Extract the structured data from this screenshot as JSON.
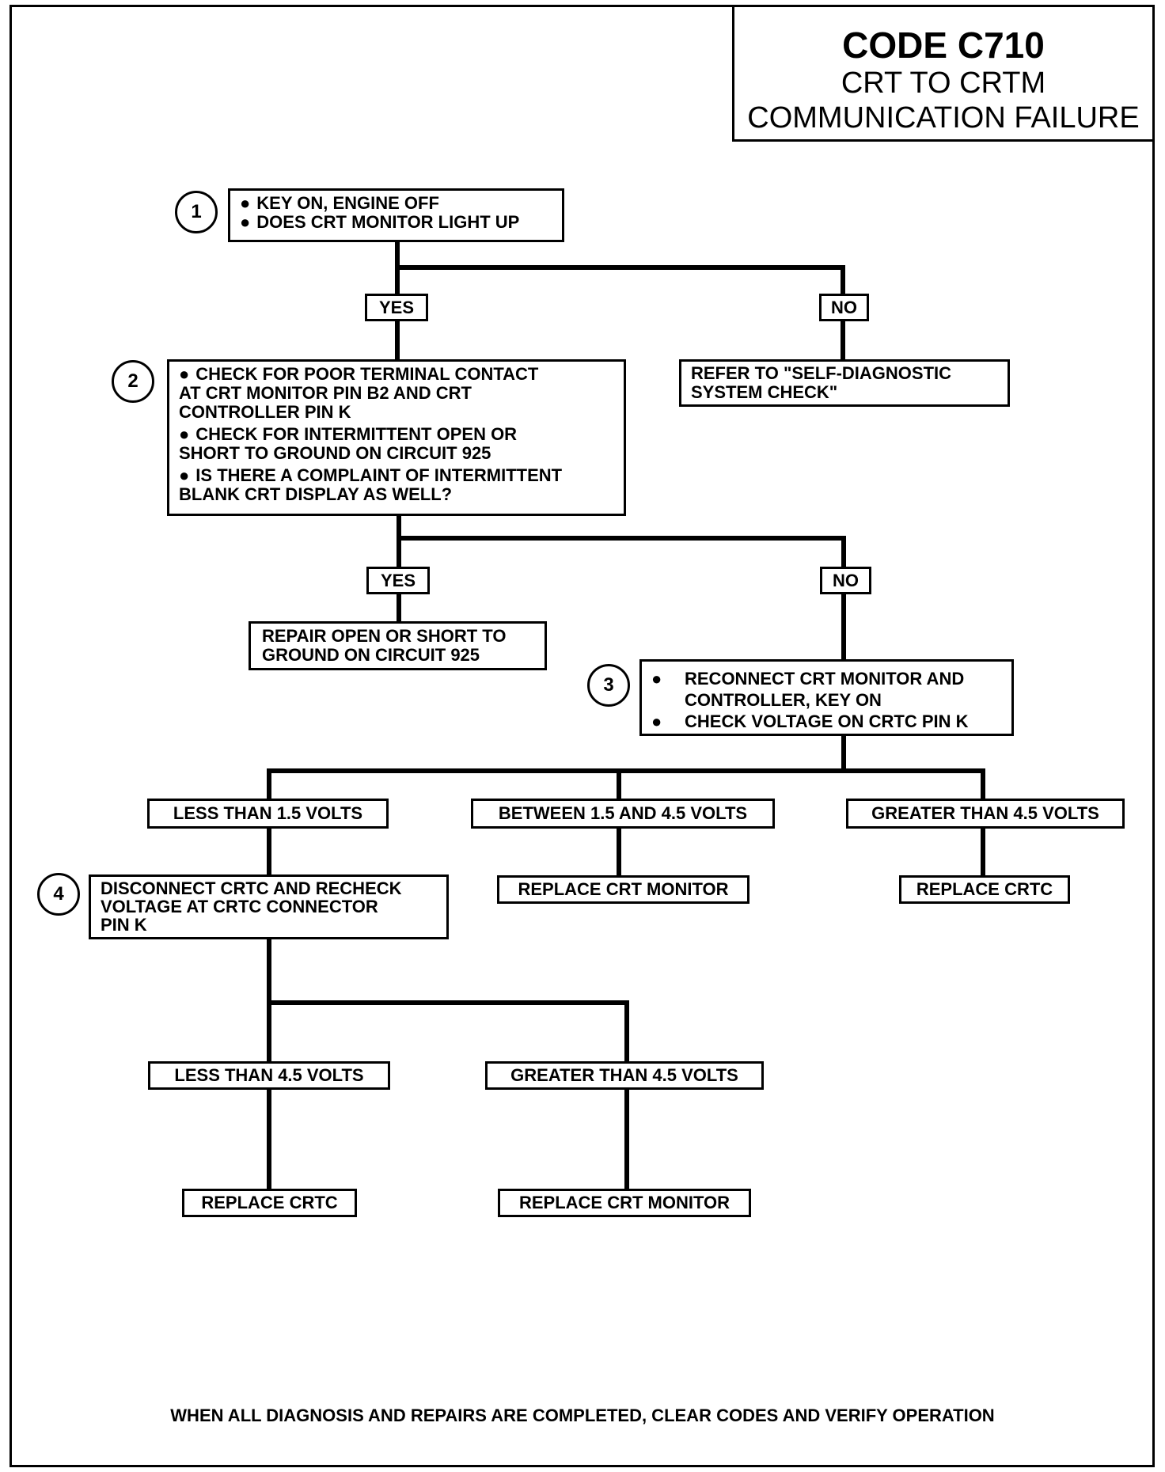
{
  "title": {
    "code": "CODE C710",
    "subtitle_line1": "CRT TO CRTM",
    "subtitle_line2": "COMMUNICATION FAILURE"
  },
  "steps": {
    "step1": {
      "number": "1",
      "items": [
        "KEY ON, ENGINE OFF",
        "DOES CRT MONITOR LIGHT UP"
      ]
    },
    "step1_yes": "YES",
    "step1_no": "NO",
    "step1_no_result": [
      "REFER TO \"SELF-DIAGNOSTIC",
      "SYSTEM CHECK\""
    ],
    "step2": {
      "number": "2",
      "items": [
        [
          "CHECK FOR POOR TERMINAL CONTACT",
          "AT CRT MONITOR PIN B2 AND CRT",
          "CONTROLLER PIN K"
        ],
        [
          "CHECK FOR INTERMITTENT OPEN OR",
          "SHORT TO GROUND ON CIRCUIT 925"
        ],
        [
          "IS THERE A COMPLAINT OF INTERMITTENT",
          "BLANK CRT DISPLAY AS WELL?"
        ]
      ]
    },
    "step2_yes": "YES",
    "step2_no": "NO",
    "step2_yes_result": [
      "REPAIR OPEN OR SHORT TO",
      "GROUND ON CIRCUIT 925"
    ],
    "step3": {
      "number": "3",
      "items": [
        [
          "RECONNECT CRT MONITOR AND",
          "CONTROLLER, KEY ON"
        ],
        [
          "CHECK VOLTAGE ON CRTC PIN K"
        ]
      ]
    },
    "step3_low": "LESS THAN 1.5 VOLTS",
    "step3_mid": "BETWEEN 1.5 AND 4.5 VOLTS",
    "step3_high": "GREATER THAN 4.5 VOLTS",
    "step3_mid_result": "REPLACE CRT MONITOR",
    "step3_high_result": "REPLACE CRTC",
    "step4": {
      "number": "4",
      "lines": [
        "DISCONNECT CRTC AND RECHECK",
        "VOLTAGE AT CRTC  CONNECTOR",
        "PIN K"
      ]
    },
    "step4_low": "LESS THAN 4.5 VOLTS",
    "step4_high": "GREATER THAN 4.5 VOLTS",
    "step4_low_result": "REPLACE CRTC",
    "step4_high_result": "REPLACE CRT MONITOR"
  },
  "footer": "WHEN ALL DIAGNOSIS AND REPAIRS ARE COMPLETED, CLEAR CODES AND VERIFY OPERATION"
}
